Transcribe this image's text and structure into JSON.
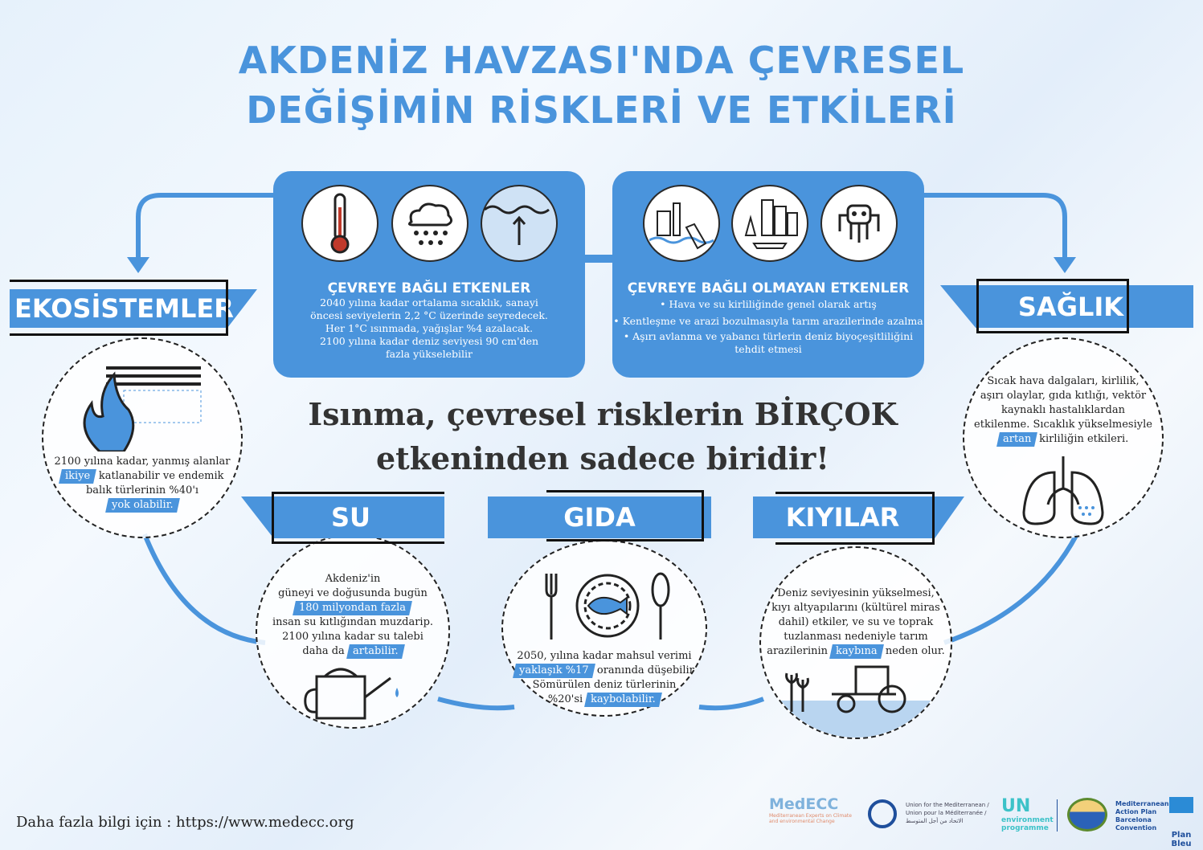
{
  "title": {
    "line1": "AKDENİZ HAVZASI'NDA ÇEVRESEL",
    "line2": "DEĞİŞİMİN RİSKLERİ VE ETKİLERİ"
  },
  "env_panel": {
    "heading": "ÇEVREYE BAĞLI ETKENLER",
    "lines": [
      "2040 yılına kadar ortalama sıcaklık, sanayi",
      "öncesi seviyelerin  2,2 °C üzerinde seyredecek.",
      "Her 1°C ısınmada, yağışlar %4 azalacak.",
      "2100 yılına kadar deniz seviyesi  90 cm'den",
      "fazla yükselebilir"
    ],
    "icons": [
      "thermometer-icon",
      "rain-cloud-icon",
      "sea-level-rise-icon"
    ]
  },
  "nonenv_panel": {
    "heading": "ÇEVREYE BAĞLI OLMAYAN ETKENLER",
    "lines": [
      "• Hava ve su kirliliğinde genel olarak artış",
      "• Kentleşme ve arazi bozulmasıyla tarım arazilerinde azalma",
      "• Aşırı avlanma ve yabancı türlerin deniz biyoçeşitliliğini",
      "tehdit etmesi"
    ],
    "icons": [
      "pollution-icon",
      "urbanization-icon",
      "invasive-species-icon"
    ]
  },
  "central": {
    "line1": "Isınma, çevresel risklerin BİRÇOK",
    "line2": "etkeninden sadece biridir!"
  },
  "ekosistemler": {
    "label": "EKOSİSTEMLER",
    "t1": "2100 yılına kadar, yanmış alanlar",
    "h1": "ikiye",
    "t2": "katlanabilir ve endemik",
    "t3": "balık türlerinin %40'ı",
    "h2": "yok olabilir."
  },
  "saglik": {
    "label": "SAĞLIK",
    "t1": "Sıcak hava dalgaları, kirlilik,",
    "t2": "aşırı olaylar, gıda kıtlığı, vektör",
    "t3": "kaynaklı hastalıklardan",
    "t4": "etkilenme. Sıcaklık yükselmesiyle",
    "h1": "artan",
    "t5": "kirliliğin etkileri."
  },
  "su": {
    "label": "SU",
    "t1": "Akdeniz'in",
    "t2": "güneyi ve doğusunda bugün",
    "h1": "180 milyondan fazla",
    "t3": "insan su kıtlığından muzdarip.",
    "t4": "2100 yılına kadar su talebi",
    "t5": "daha da",
    "h2": "artabilir."
  },
  "gida": {
    "label": "GIDA",
    "t1": "2050, yılına kadar mahsul verimi",
    "h1": "yaklaşık %17",
    "t2": "oranında düşebilir",
    "t3": "Sömürülen deniz türlerinin",
    "t4": "%20'si",
    "h2": "kaybolabilir."
  },
  "kiyilar": {
    "label": "KIYILAR",
    "t1": "Deniz seviyesinin yükselmesi,",
    "t2": "kıyı altyapılarını (kültürel miras",
    "t3": "dahil) etkiler, ve su ve toprak",
    "t4": "tuzlanması nedeniyle tarım",
    "t5": "arazilerinin",
    "h1": "kaybına",
    "t6": "neden olur."
  },
  "footer": {
    "more_info": "Daha fazla bilgi için : https://www.medecc.org"
  },
  "logos": {
    "medecc": "MedECC",
    "medecc_sub": "Mediterranean Experts on Climate and environmental Change",
    "ufm": "Union for the Mediterranean / Union pour la Méditerranée / الاتحاد من أجل المتوسط",
    "un": "UN",
    "unep": "environment programme",
    "map": "Mediterranean Action Plan Barcelona Convention",
    "planbleu": "Plan Bleu"
  },
  "colors": {
    "accent": "#4a94dc",
    "text": "#222222"
  }
}
